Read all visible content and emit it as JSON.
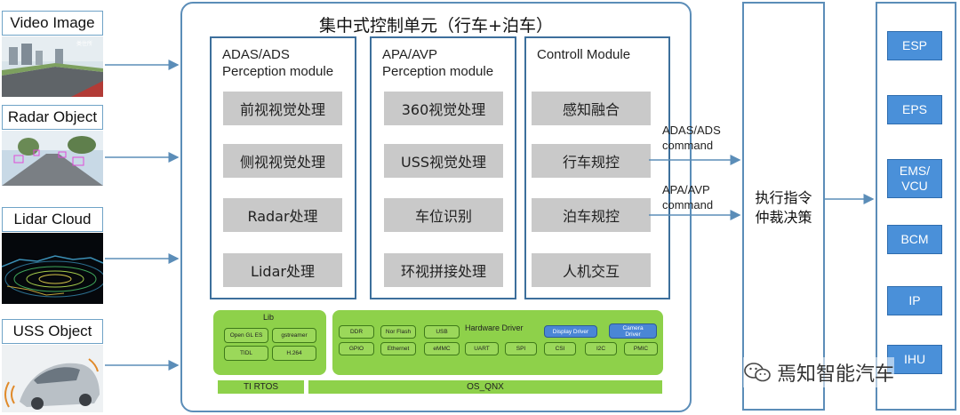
{
  "sensors": [
    {
      "label": "Video Image",
      "overlay_text": "类住所"
    },
    {
      "label": "Radar Object"
    },
    {
      "label": "Lidar Cloud"
    },
    {
      "label": "USS Object"
    }
  ],
  "main_unit": {
    "title": "集中式控制单元（行车+泊车）",
    "modules": [
      {
        "title_line1": "ADAS/ADS",
        "title_line2": "Perception module",
        "boxes": [
          "前视视觉处理",
          "侧视视觉处理",
          "Radar处理",
          "Lidar处理"
        ]
      },
      {
        "title_line1": "APA/AVP",
        "title_line2": "Perception module",
        "boxes": [
          "360视觉处理",
          "USS视觉处理",
          "车位识别",
          "环视拼接处理"
        ]
      },
      {
        "title_line1": "Controll Module",
        "title_line2": "",
        "boxes": [
          "感知融合",
          "行车规控",
          "泊车规控",
          "人机交互"
        ]
      }
    ],
    "lib": {
      "title": "Lib",
      "items": [
        "Open GL ES",
        "gstreamer",
        "TIDL",
        "H.264"
      ]
    },
    "hardware_driver": {
      "title": "Hardware Driver",
      "row1": [
        "DDR",
        "Nor Flash",
        "USB",
        "Display Driver",
        "Camera Driver"
      ],
      "row2": [
        "GPIO",
        "Ethernet",
        "eMMC",
        "UART",
        "SPI",
        "CSI",
        "I2C",
        "PMIC"
      ]
    },
    "rtos": "TI RTOS",
    "os": "OS_QNX"
  },
  "commands": [
    {
      "line1": "ADAS/ADS",
      "line2": "command"
    },
    {
      "line1": "APA/AVP",
      "line2": "command"
    }
  ],
  "executor": {
    "line1": "执行指令",
    "line2": "仲裁决策"
  },
  "ecus": [
    {
      "line1": "ESP",
      "line2": ""
    },
    {
      "line1": "EPS",
      "line2": ""
    },
    {
      "line1": "EMS/",
      "line2": "VCU"
    },
    {
      "line1": "BCM",
      "line2": ""
    },
    {
      "line1": "IP",
      "line2": ""
    },
    {
      "line1": "IHU",
      "line2": ""
    }
  ],
  "watermark": "焉知智能汽车",
  "colors": {
    "frame_blue": "#5b8db8",
    "module_border": "#3d6f9c",
    "gray_box": "#c9c9c9",
    "green_panel": "#8ed14a",
    "ecu_blue": "#4a90d9",
    "arrow_blue": "#5b8db8"
  }
}
